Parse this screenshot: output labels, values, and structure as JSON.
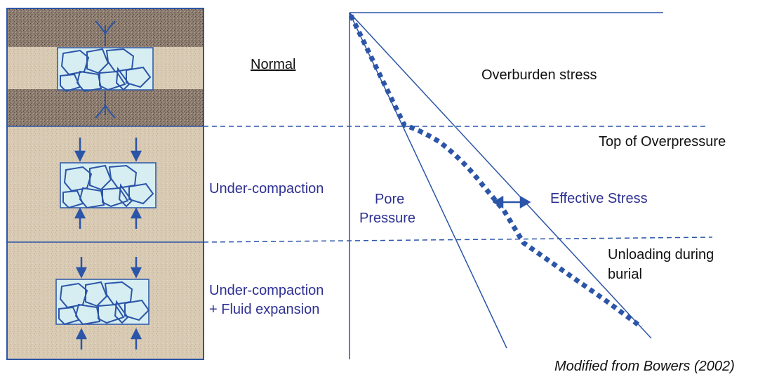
{
  "colors": {
    "line": "#2b55a8",
    "label_blue": "#2e3192",
    "label_black": "#111111",
    "sand": "#d9cbb4",
    "shale": "#8a7a6c",
    "grain_box": "#d6eef2"
  },
  "left_column": {
    "zones": [
      {
        "label": "Normal"
      },
      {
        "label": "Under-compaction"
      },
      {
        "label_line1": "Under-compaction",
        "label_line2": "+ Fluid expansion"
      }
    ]
  },
  "diagram": {
    "overburden_label": "Overburden stress",
    "top_of_overpressure_label": "Top of Overpressure",
    "pore_pressure_label_line1": "Pore",
    "pore_pressure_label_line2": "Pressure",
    "effective_stress_label": "Effective Stress",
    "unloading_label_line1": "Unloading during",
    "unloading_label_line2": "burial"
  },
  "credit": "Modified from Bowers (2002)"
}
